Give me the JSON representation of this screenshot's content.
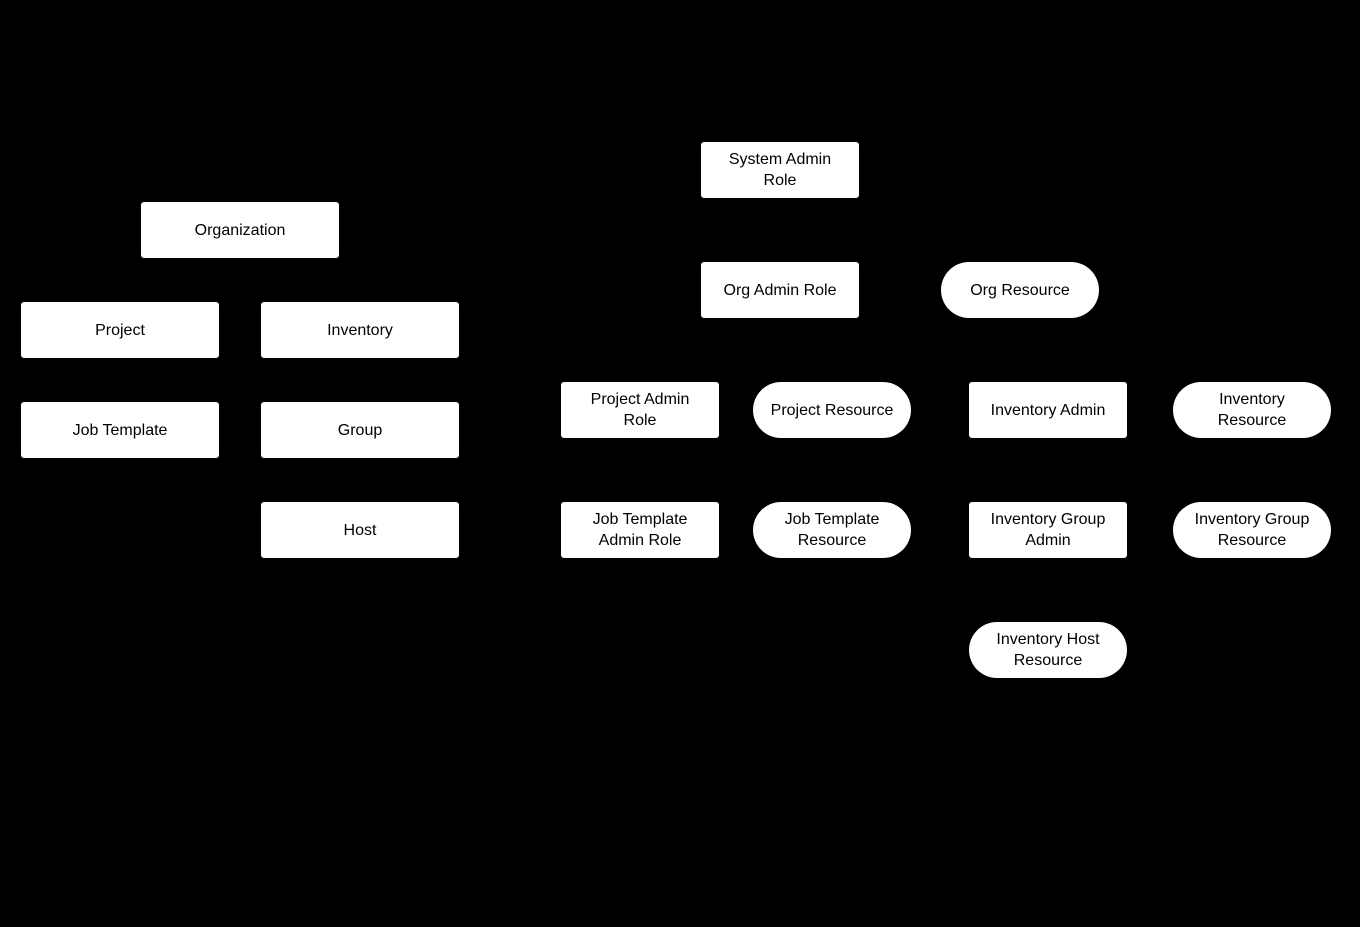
{
  "diagram": {
    "description": "Role-based access control hierarchy diagram with white nodes on black background",
    "colors": {
      "background": "#000000",
      "node_fill": "#ffffff",
      "node_text": "#000000"
    },
    "nodes": [
      {
        "id": "organization",
        "label": "Organization",
        "shape": "rectangle"
      },
      {
        "id": "project",
        "label": "Project",
        "shape": "rectangle"
      },
      {
        "id": "inventory",
        "label": "Inventory",
        "shape": "rectangle"
      },
      {
        "id": "job-template",
        "label": "Job Template",
        "shape": "rectangle"
      },
      {
        "id": "group",
        "label": "Group",
        "shape": "rectangle"
      },
      {
        "id": "host",
        "label": "Host",
        "shape": "rectangle"
      },
      {
        "id": "system-admin-role",
        "label": "System Admin\nRole",
        "shape": "rectangle"
      },
      {
        "id": "org-admin-role",
        "label": "Org Admin Role",
        "shape": "rectangle"
      },
      {
        "id": "org-resource",
        "label": "Org Resource",
        "shape": "pill"
      },
      {
        "id": "project-admin-role",
        "label": "Project Admin\nRole",
        "shape": "rectangle"
      },
      {
        "id": "project-resource",
        "label": "Project Resource",
        "shape": "pill"
      },
      {
        "id": "inventory-admin",
        "label": "Inventory Admin",
        "shape": "rectangle"
      },
      {
        "id": "inventory-resource",
        "label": "Inventory\nResource",
        "shape": "pill"
      },
      {
        "id": "job-template-admin-role",
        "label": "Job Template\nAdmin Role",
        "shape": "rectangle"
      },
      {
        "id": "job-template-resource",
        "label": "Job Template\nResource",
        "shape": "pill"
      },
      {
        "id": "inventory-group-admin",
        "label": "Inventory Group\nAdmin",
        "shape": "rectangle"
      },
      {
        "id": "inventory-group-resource",
        "label": "Inventory Group\nResource",
        "shape": "pill"
      },
      {
        "id": "inventory-host-resource",
        "label": "Inventory Host\nResource",
        "shape": "pill"
      }
    ]
  }
}
